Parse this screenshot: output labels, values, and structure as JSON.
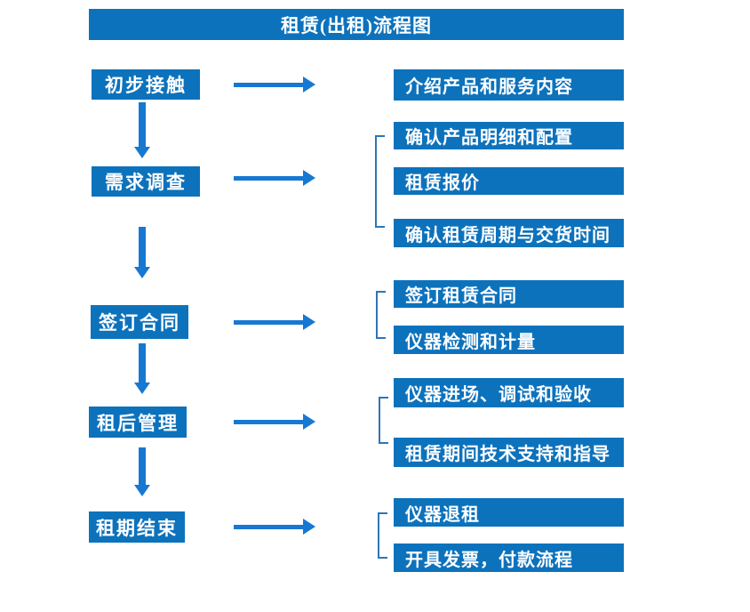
{
  "flow": {
    "title": "租赁(出租)流程图",
    "stages": [
      {
        "label": "初步接触",
        "outputs": [
          "介绍产品和服务内容"
        ]
      },
      {
        "label": "需求调查",
        "outputs": [
          "确认产品明细和配置",
          "租赁报价",
          "确认租赁周期与交货时间"
        ]
      },
      {
        "label": "签订合同",
        "outputs": [
          "签订租赁合同",
          "仪器检测和计量"
        ]
      },
      {
        "label": "租后管理",
        "outputs": [
          "仪器进场、调试和验收",
          "租赁期间技术支持和指导"
        ]
      },
      {
        "label": "租期结束",
        "outputs": [
          "仪器退租",
          "开具发票，付款流程"
        ]
      }
    ]
  },
  "colors": {
    "box_blue": "#0D72BC",
    "arrow_blue": "#1778D2",
    "bracket_blue": "#2E75B6",
    "text_white": "#FFFFFF",
    "background": "#FFFFFF"
  }
}
